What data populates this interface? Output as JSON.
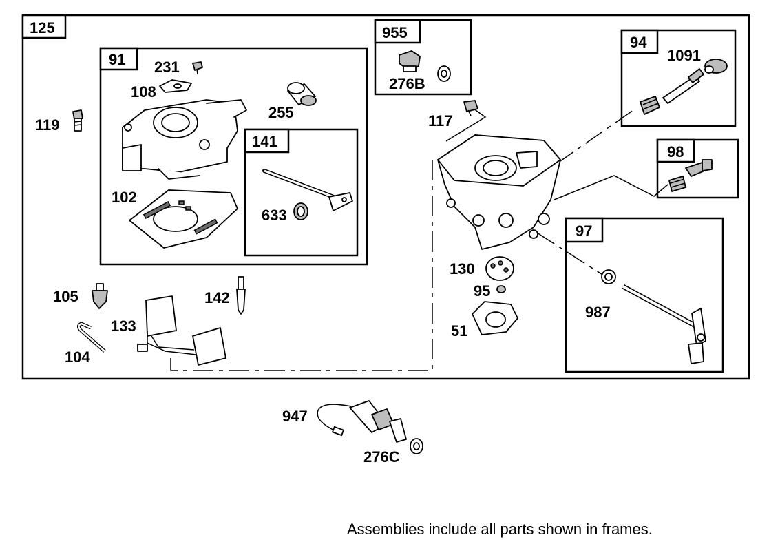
{
  "frames": {
    "f125": "125",
    "f91": "91",
    "f141": "141",
    "f955": "955",
    "f94": "94",
    "f98": "98",
    "f97": "97"
  },
  "parts": {
    "p231": "231",
    "p108": "108",
    "p255": "255",
    "p119": "119",
    "p102": "102",
    "p633": "633",
    "p276B": "276B",
    "p1091": "1091",
    "p117": "117",
    "p130": "130",
    "p95": "95",
    "p51": "51",
    "p987": "987",
    "p105": "105",
    "p142": "142",
    "p133": "133",
    "p104": "104",
    "p947": "947",
    "p276C": "276C"
  },
  "footnote": "Assemblies include all parts shown in frames."
}
